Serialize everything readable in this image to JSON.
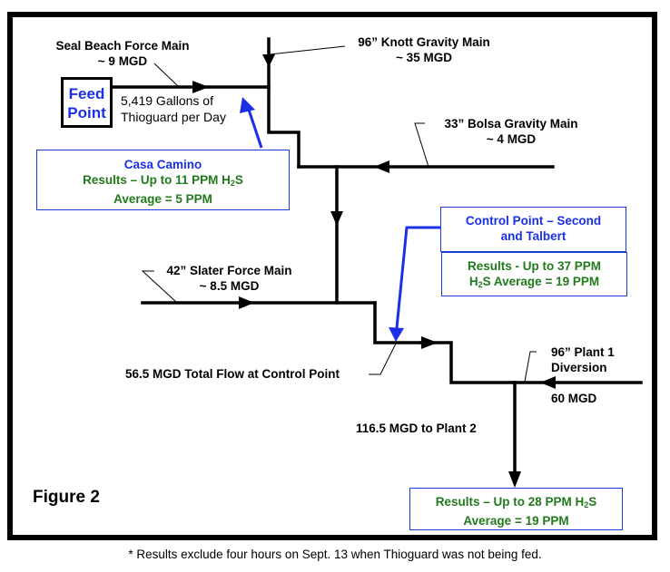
{
  "figure": {
    "label": "Figure 2",
    "footnote": "* Results exclude four hours on Sept. 13 when Thioguard was not being fed."
  },
  "feed_point": {
    "line1": "Feed",
    "line2": "Point",
    "dose_line1": "5,419 Gallons of",
    "dose_line2": "Thioguard per Day"
  },
  "inflows": [
    {
      "id": "seal-beach",
      "line1": "Seal Beach Force Main",
      "line2": "~ 9 MGD"
    },
    {
      "id": "knott",
      "line1": "96” Knott Gravity Main",
      "line2": "~ 35 MGD"
    },
    {
      "id": "bolsa",
      "line1": "33” Bolsa Gravity Main",
      "line2": "~ 4 MGD"
    },
    {
      "id": "slater",
      "line1": "42” Slater Force Main",
      "line2": "~ 8.5 MGD"
    },
    {
      "id": "plant1",
      "line1": "96” Plant 1",
      "line2": "Diversion",
      "flow": "60 MGD"
    }
  ],
  "flows": {
    "control_point_total": "56.5 MGD Total Flow at Control Point",
    "to_plant2": "116.5 MGD to Plant 2"
  },
  "result_boxes": {
    "casa_camino": {
      "title": "Casa Camino",
      "line1_pre": "Results – Up to 11 PPM H",
      "line1_sub": "2",
      "line1_post": "S",
      "line2": "Average = 5 PPM"
    },
    "control_point": {
      "title1": "Control Point – Second",
      "title2": "and Talbert",
      "line1": "Results - Up to 37 PPM",
      "line2_pre": "H",
      "line2_sub": "2",
      "line2_post": "S Average = 19 PPM"
    },
    "plant2": {
      "line1_pre": "Results – Up to 28 PPM H",
      "line1_sub": "2",
      "line1_post": "S",
      "line2": "Average = 19 PPM"
    }
  },
  "colors": {
    "pipe": "#000000",
    "pointer": "#1a2fe6",
    "box_border": "#1a3bd6",
    "result_text": "#217a1c",
    "title_text": "#1a2fe6"
  }
}
